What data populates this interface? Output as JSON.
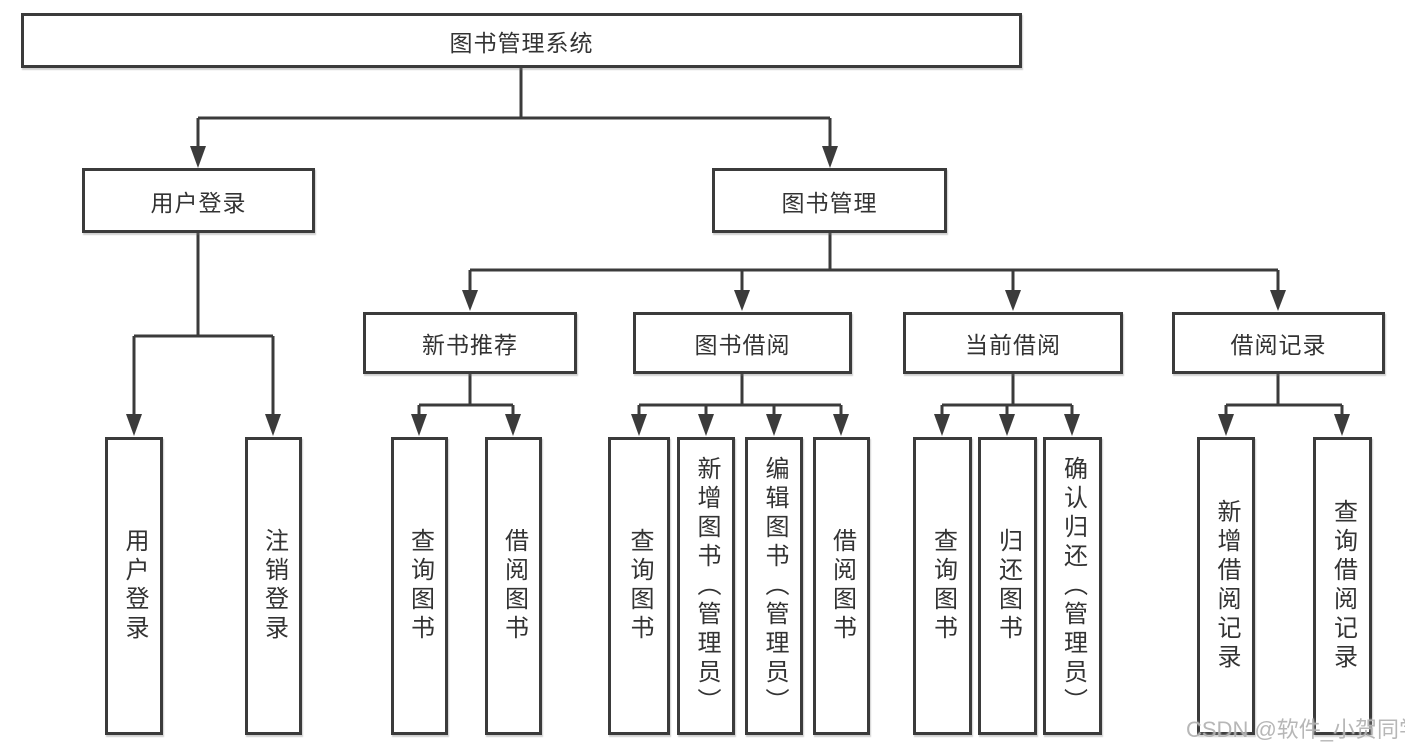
{
  "diagram": {
    "title": "图书管理系统",
    "level2": [
      {
        "label": "用户登录"
      },
      {
        "label": "图书管理"
      }
    ],
    "level3": [
      {
        "parent": "图书管理",
        "label": "新书推荐"
      },
      {
        "parent": "图书管理",
        "label": "图书借阅"
      },
      {
        "parent": "图书管理",
        "label": "当前借阅"
      },
      {
        "parent": "图书管理",
        "label": "借阅记录"
      }
    ],
    "leaves": [
      {
        "parent": "用户登录",
        "label": "用户登录"
      },
      {
        "parent": "用户登录",
        "label": "注销登录"
      },
      {
        "parent": "新书推荐",
        "label": "查询图书"
      },
      {
        "parent": "新书推荐",
        "label": "借阅图书"
      },
      {
        "parent": "图书借阅",
        "label": "查询图书"
      },
      {
        "parent": "图书借阅",
        "label": "新增图书（管理员）"
      },
      {
        "parent": "图书借阅",
        "label": "编辑图书（管理员）"
      },
      {
        "parent": "图书借阅",
        "label": "借阅图书"
      },
      {
        "parent": "当前借阅",
        "label": "查询图书"
      },
      {
        "parent": "当前借阅",
        "label": "归还图书"
      },
      {
        "parent": "当前借阅",
        "label": "确认归还（管理员）"
      },
      {
        "parent": "借阅记录",
        "label": "新增借阅记录"
      },
      {
        "parent": "借阅记录",
        "label": "查询借阅记录"
      }
    ],
    "watermark": "CSDN @软件_小贺同学",
    "colors": {
      "line": "#3b3b3b",
      "text": "#333333",
      "watermark": "#b4b4b4",
      "background": "#ffffff"
    }
  }
}
